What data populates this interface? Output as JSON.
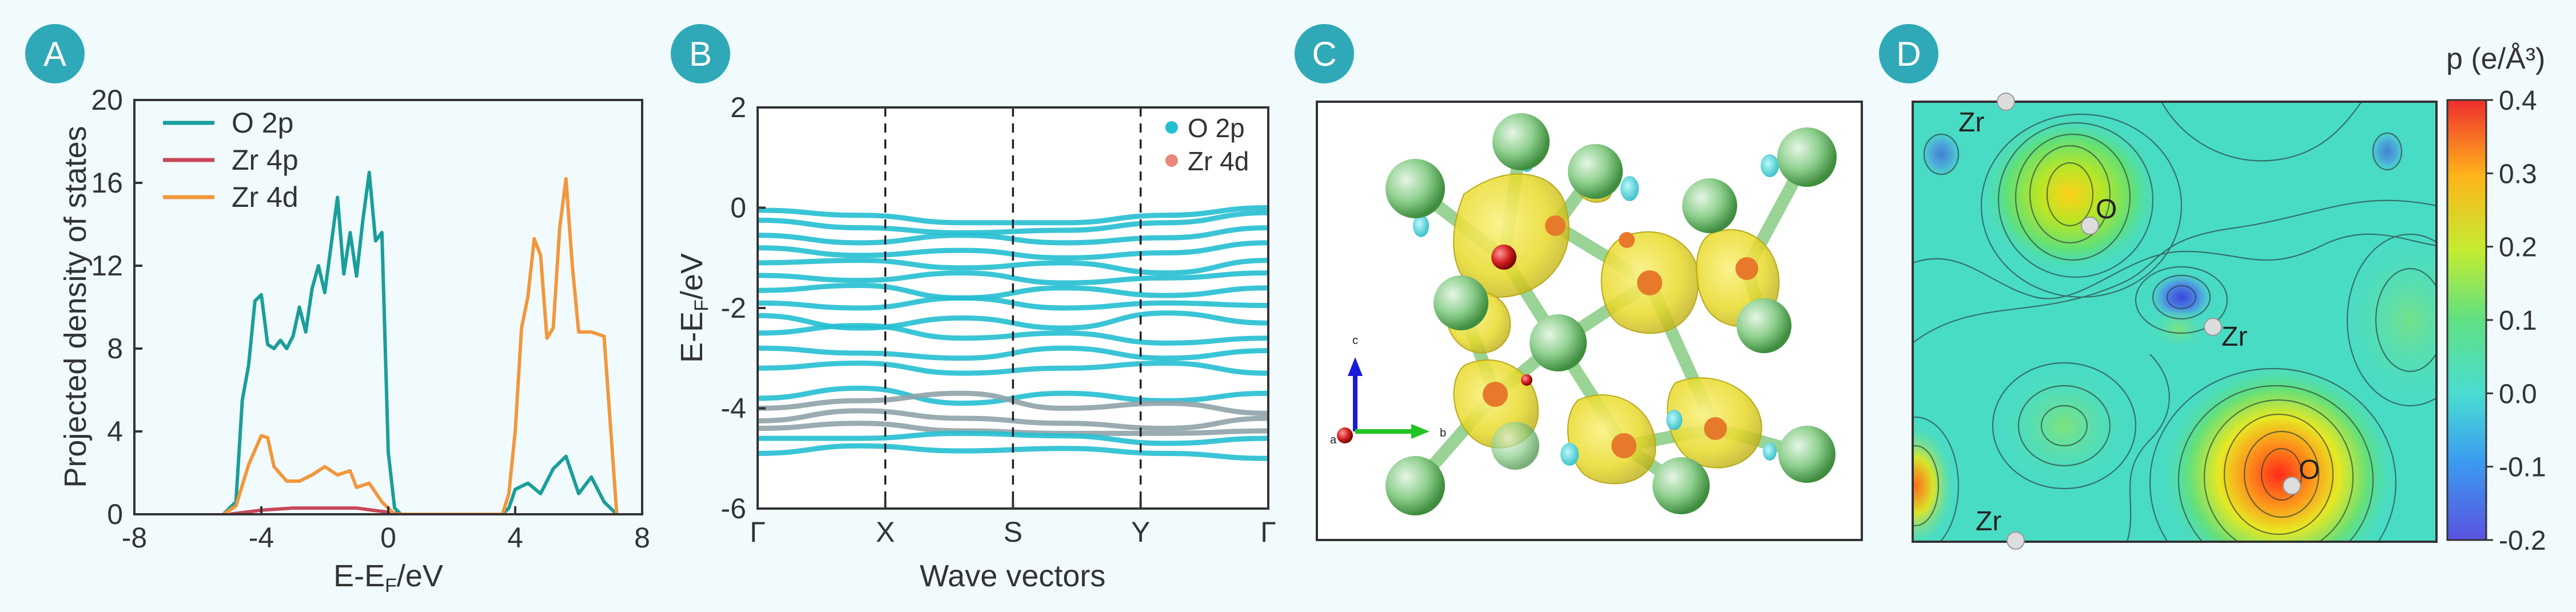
{
  "panels": {
    "a": "A",
    "b": "B",
    "c": "C",
    "d": "D"
  },
  "colors": {
    "badge": "#2fa9b7",
    "o2p_pdos": "#1a9e9a",
    "zr4p_pdos": "#c8485a",
    "zr4d_pdos": "#f2973d",
    "band": "#25bfd2",
    "band_zr": "#8fa3a8",
    "isosurface": "#e8da2a",
    "zr_atom": "#7fca7f",
    "o_atom": "#d21d1d"
  },
  "panel_c": {
    "axis_labels": {
      "c": "c",
      "a": "a",
      "b": "b"
    },
    "icons": [
      "zr-atom-sphere",
      "o-atom-sphere",
      "charge-density-isosurface",
      "bond-stick",
      "crystal-axes-triad"
    ]
  },
  "chart_data": [
    {
      "panel": "A",
      "type": "line",
      "title": "",
      "xlabel": "E-E_F/eV",
      "ylabel": "Projected density of states",
      "xlim": [
        -8,
        8
      ],
      "ylim": [
        0,
        20
      ],
      "xticks": [
        "-8",
        "-4",
        "0",
        "4",
        "8"
      ],
      "yticks": [
        "0",
        "4",
        "8",
        "12",
        "16",
        "20"
      ],
      "grid": false,
      "legend_position": "top-left",
      "series": [
        {
          "name": "O 2p",
          "color": "#1a9e9a",
          "x": [
            -5.2,
            -4.8,
            -4.6,
            -4.4,
            -4.2,
            -4.0,
            -3.8,
            -3.6,
            -3.4,
            -3.2,
            -3.0,
            -2.8,
            -2.6,
            -2.4,
            -2.2,
            -2.0,
            -1.8,
            -1.6,
            -1.4,
            -1.2,
            -1.0,
            -0.8,
            -0.6,
            -0.4,
            -0.2,
            0.0,
            0.2,
            0.4,
            3.6,
            3.8,
            4.0,
            4.4,
            4.8,
            5.2,
            5.6,
            6.0,
            6.4,
            6.8,
            7.2
          ],
          "y": [
            0,
            0.6,
            5.5,
            7.2,
            10.3,
            10.6,
            8.2,
            8.0,
            8.4,
            8.0,
            8.6,
            10.0,
            8.8,
            10.9,
            12.0,
            10.7,
            13.0,
            15.3,
            11.6,
            13.6,
            11.5,
            14.2,
            16.5,
            13.2,
            13.6,
            3.0,
            0.3,
            0,
            0,
            0.3,
            1.2,
            1.5,
            1.0,
            2.2,
            2.8,
            1.0,
            1.8,
            0.6,
            0
          ]
        },
        {
          "name": "Zr 4p",
          "color": "#c8485a",
          "x": [
            -5.0,
            -4.5,
            -4.0,
            -3.0,
            -2.0,
            -1.0,
            -0.5,
            0.0,
            0.4
          ],
          "y": [
            0,
            0.1,
            0.2,
            0.3,
            0.3,
            0.3,
            0.2,
            0.1,
            0
          ]
        },
        {
          "name": "Zr 4d",
          "color": "#f2973d",
          "x": [
            -5.2,
            -4.8,
            -4.4,
            -4.0,
            -3.8,
            -3.6,
            -3.2,
            -2.8,
            -2.4,
            -2.0,
            -1.6,
            -1.2,
            -1.0,
            -0.6,
            -0.2,
            0.2,
            3.6,
            3.8,
            4.0,
            4.2,
            4.4,
            4.6,
            4.8,
            5.0,
            5.2,
            5.4,
            5.6,
            5.8,
            6.0,
            6.4,
            6.8,
            7.2
          ],
          "y": [
            0,
            0.4,
            2.4,
            3.8,
            3.7,
            2.3,
            1.6,
            1.6,
            1.9,
            2.3,
            1.9,
            2.1,
            1.3,
            1.5,
            0.6,
            0,
            0,
            1.0,
            4.0,
            9.0,
            10.5,
            13.3,
            12.5,
            8.5,
            9.0,
            13.8,
            16.2,
            12.0,
            8.8,
            8.8,
            8.6,
            0
          ]
        }
      ]
    },
    {
      "panel": "B",
      "type": "line",
      "title": "",
      "xlabel": "Wave vectors",
      "ylabel": "E-E_F/eV",
      "ylim": [
        -6,
        2
      ],
      "yticks": [
        "-6",
        "-4",
        "-2",
        "0",
        "2"
      ],
      "kpoints": [
        "Γ",
        "X",
        "S",
        "Y",
        "Γ"
      ],
      "grid": false,
      "legend_position": "top-right",
      "legend": [
        "O 2p",
        "Zr 4d"
      ],
      "bands": [
        [
          -0.05,
          -0.15,
          -0.3,
          -0.3,
          -0.15,
          0.0
        ],
        [
          -0.25,
          -0.4,
          -0.5,
          -0.45,
          -0.3,
          -0.1
        ],
        [
          -0.55,
          -0.7,
          -0.55,
          -0.7,
          -0.6,
          -0.4
        ],
        [
          -0.8,
          -0.95,
          -0.85,
          -1.0,
          -0.9,
          -0.7
        ],
        [
          -1.1,
          -1.05,
          -1.2,
          -1.1,
          -1.3,
          -1.05
        ],
        [
          -1.35,
          -1.45,
          -1.3,
          -1.5,
          -1.4,
          -1.3
        ],
        [
          -1.65,
          -1.55,
          -1.8,
          -1.6,
          -1.75,
          -1.6
        ],
        [
          -1.9,
          -2.0,
          -1.8,
          -2.0,
          -1.9,
          -1.95
        ],
        [
          -2.15,
          -2.4,
          -2.2,
          -2.4,
          -2.1,
          -2.3
        ],
        [
          -2.5,
          -2.35,
          -2.6,
          -2.5,
          -2.7,
          -2.6
        ],
        [
          -2.8,
          -2.9,
          -3.0,
          -2.8,
          -3.0,
          -2.85
        ],
        [
          -3.2,
          -3.1,
          -3.3,
          -3.2,
          -3.1,
          -3.3
        ],
        [
          -3.8,
          -3.6,
          -3.9,
          -3.7,
          -3.85,
          -3.7
        ],
        [
          -4.0,
          -3.85,
          -3.7,
          -4.0,
          -3.9,
          -4.1
        ],
        [
          -4.25,
          -4.05,
          -4.2,
          -4.3,
          -4.4,
          -4.2
        ],
        [
          -4.4,
          -4.3,
          -4.45,
          -4.5,
          -4.5,
          -4.45
        ],
        [
          -4.6,
          -4.6,
          -4.5,
          -4.55,
          -4.7,
          -4.6
        ],
        [
          -4.9,
          -4.75,
          -4.85,
          -4.8,
          -4.9,
          -5.0
        ]
      ]
    },
    {
      "panel": "D",
      "type": "heatmap",
      "title": "",
      "colorbar_label": "p (e/Å³)",
      "clim": [
        -0.2,
        0.4
      ],
      "colorbar_ticks": [
        "0.4",
        "0.3",
        "0.2",
        "0.1",
        "0.0",
        "-0.1",
        "-0.2"
      ],
      "atom_labels": [
        "Zr",
        "O",
        "Zr",
        "O",
        "Zr"
      ],
      "background_value": -0.05,
      "features": [
        {
          "label": "O",
          "value": 0.3
        },
        {
          "label": "Zr",
          "value": -0.15
        },
        {
          "label": "O",
          "value": 0.42
        },
        {
          "label": "",
          "value": 0.12
        },
        {
          "label": "",
          "value": 0.15
        }
      ]
    }
  ]
}
